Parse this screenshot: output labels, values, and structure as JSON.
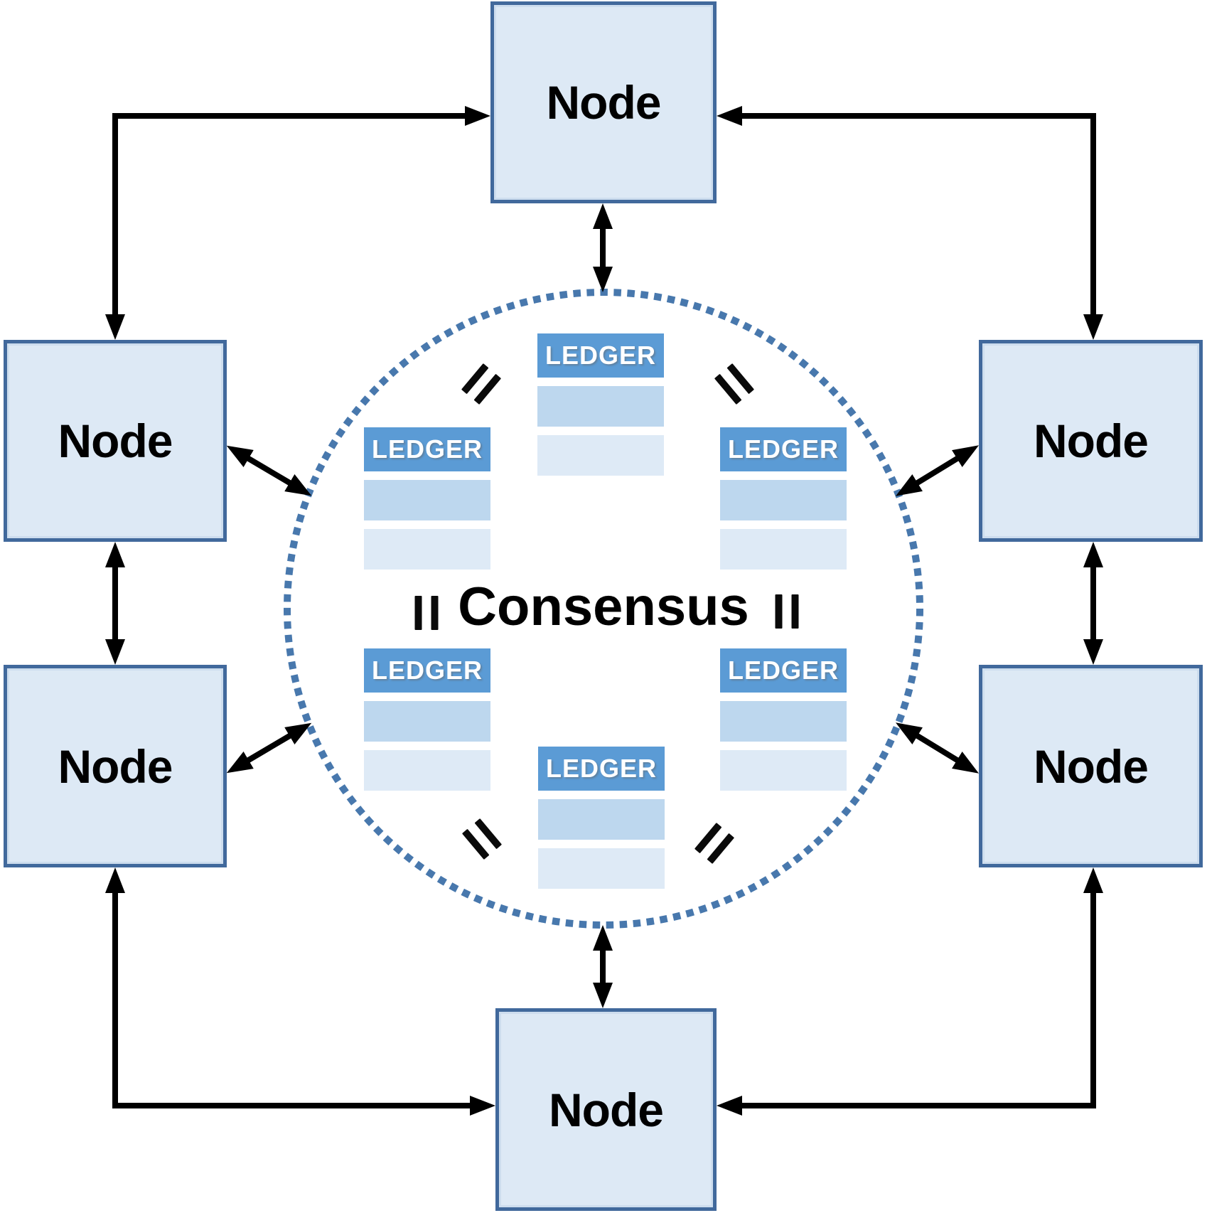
{
  "diagram": {
    "description": "Peer-to-peer blockchain network: six nodes connected to each other and to a shared consensus ring of identical ledgers",
    "consensus": {
      "label": "Consensus"
    },
    "node_count": 6,
    "ledger_count": 6
  },
  "colors": {
    "background": "#ffffff",
    "node_fill": "#dde9f5",
    "node_border": "#41699c",
    "node_text": "#000000",
    "ledger_header_fill": "#5b9bd5",
    "ledger_header_text": "#ffffff",
    "ledger_row_1": "#bdd7ee",
    "ledger_row_2": "#deeaf6",
    "circle_dots": "#4878ad",
    "arrow": "#000000"
  },
  "nodes": [
    {
      "id": "top",
      "label": "Node"
    },
    {
      "id": "upper-left",
      "label": "Node"
    },
    {
      "id": "upper-right",
      "label": "Node"
    },
    {
      "id": "lower-left",
      "label": "Node"
    },
    {
      "id": "lower-right",
      "label": "Node"
    },
    {
      "id": "bottom",
      "label": "Node"
    }
  ],
  "ledgers": [
    {
      "id": "top",
      "label": "LEDGER",
      "rows": 2
    },
    {
      "id": "upper-left",
      "label": "LEDGER",
      "rows": 2
    },
    {
      "id": "upper-right",
      "label": "LEDGER",
      "rows": 2
    },
    {
      "id": "lower-left",
      "label": "LEDGER",
      "rows": 2
    },
    {
      "id": "lower-right",
      "label": "LEDGER",
      "rows": 2
    },
    {
      "id": "bottom",
      "label": "LEDGER",
      "rows": 2
    }
  ],
  "equals_marks": [
    {
      "id": "top-left",
      "symbol": "=",
      "between": [
        "ledger-upper-left",
        "ledger-top"
      ]
    },
    {
      "id": "top-right",
      "symbol": "=",
      "between": [
        "ledger-top",
        "ledger-upper-right"
      ]
    },
    {
      "id": "mid-left",
      "symbol": "=",
      "between": [
        "ledger-upper-left",
        "ledger-lower-left"
      ]
    },
    {
      "id": "mid-right",
      "symbol": "=",
      "between": [
        "ledger-upper-right",
        "ledger-lower-right"
      ]
    },
    {
      "id": "bottom-left",
      "symbol": "=",
      "between": [
        "ledger-lower-left",
        "ledger-bottom"
      ]
    },
    {
      "id": "bottom-right",
      "symbol": "=",
      "between": [
        "ledger-bottom",
        "ledger-lower-right"
      ]
    }
  ],
  "connections": [
    {
      "from": "node-top",
      "to": "consensus-circle",
      "type": "double-arrow"
    },
    {
      "from": "node-bottom",
      "to": "consensus-circle",
      "type": "double-arrow"
    },
    {
      "from": "node-upper-left",
      "to": "consensus-circle",
      "type": "double-arrow"
    },
    {
      "from": "node-upper-right",
      "to": "consensus-circle",
      "type": "double-arrow"
    },
    {
      "from": "node-lower-left",
      "to": "consensus-circle",
      "type": "double-arrow"
    },
    {
      "from": "node-lower-right",
      "to": "consensus-circle",
      "type": "double-arrow"
    },
    {
      "from": "node-upper-left",
      "to": "node-lower-left",
      "type": "double-arrow"
    },
    {
      "from": "node-upper-right",
      "to": "node-lower-right",
      "type": "double-arrow"
    },
    {
      "from": "node-upper-left",
      "to": "node-top",
      "type": "elbow-double-arrow"
    },
    {
      "from": "node-upper-right",
      "to": "node-top",
      "type": "elbow-double-arrow"
    },
    {
      "from": "node-lower-left",
      "to": "node-bottom",
      "type": "elbow-double-arrow"
    },
    {
      "from": "node-lower-right",
      "to": "node-bottom",
      "type": "elbow-double-arrow"
    }
  ]
}
